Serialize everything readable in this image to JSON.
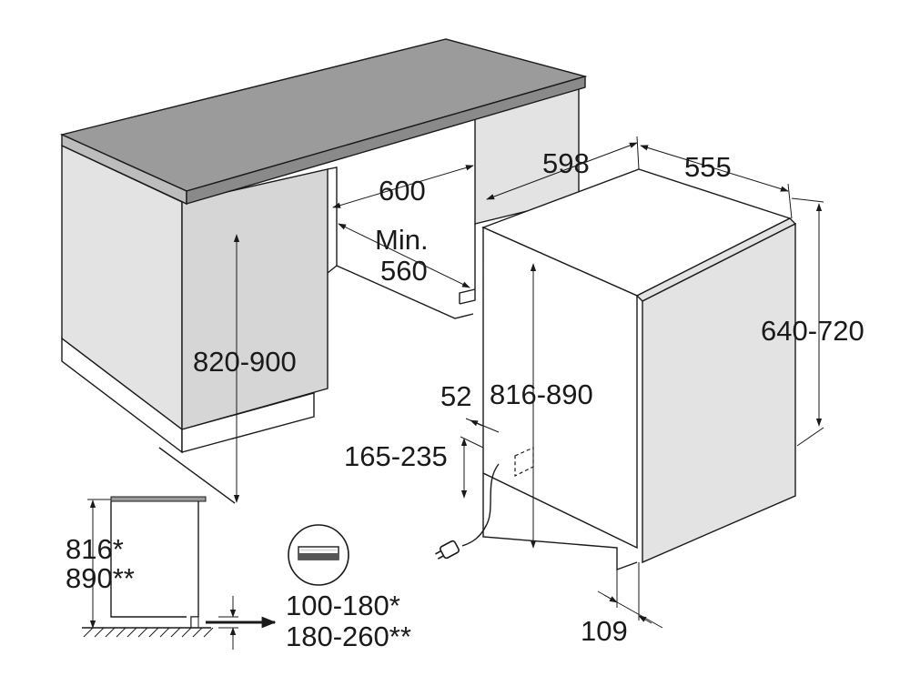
{
  "dimensions": {
    "niche_width": "600",
    "min_label": "Min.",
    "min_depth": "560",
    "worktop_height": "820-900",
    "appliance_width": "598",
    "appliance_depth": "555",
    "door_height": "640-720",
    "appliance_height": "816-890",
    "connection_offset": "52",
    "connection_height": "165-235",
    "plinth_setback": "109",
    "height_single": "816*",
    "height_double": "890**",
    "plinth_single": "100-180*",
    "plinth_double": "180-260**"
  },
  "colors": {
    "worktop": "#9b9b9b",
    "panel": "#e3e3e3",
    "panel_dark": "#d2d2d2",
    "line": "#1a1a1a"
  },
  "icons": [
    "power-plug-icon",
    "appliance-badge-icon",
    "floor-hatch-icon"
  ]
}
